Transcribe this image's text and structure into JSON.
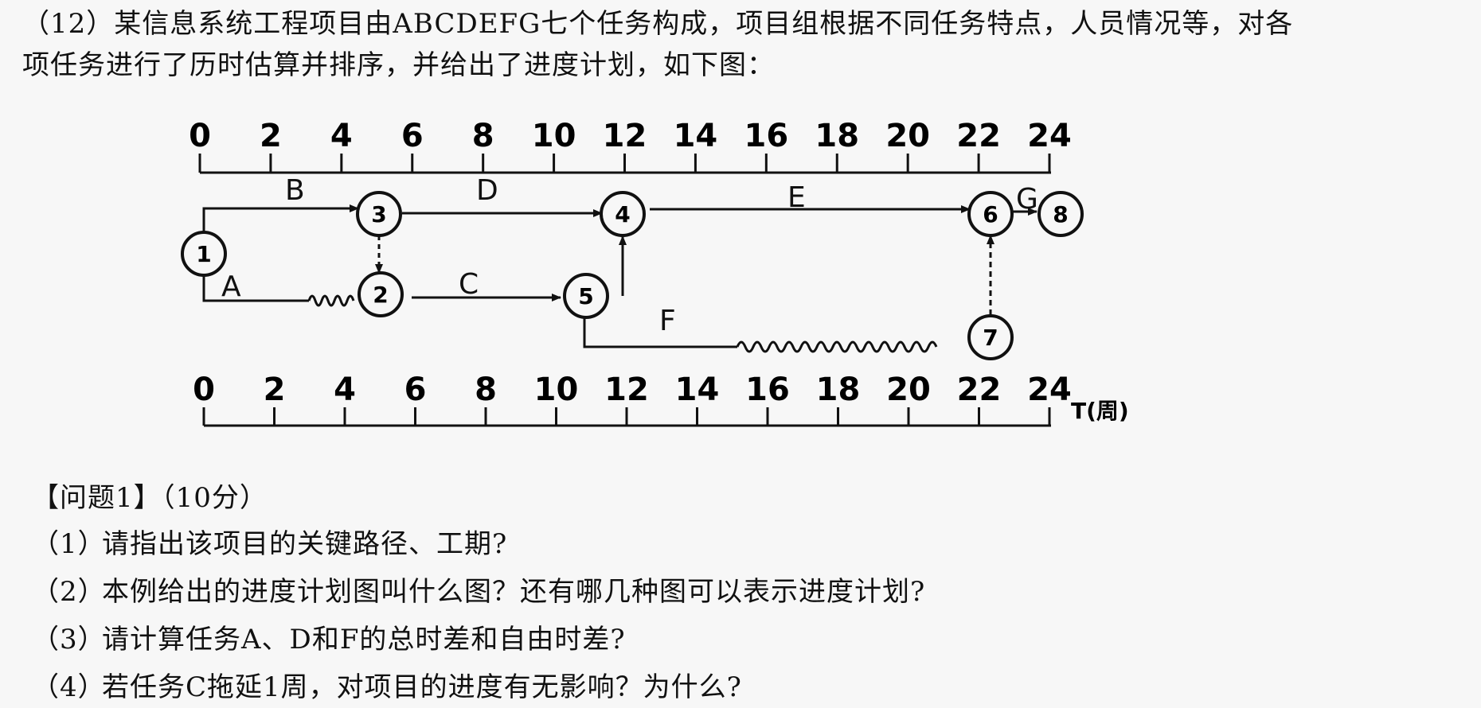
{
  "intro": {
    "line1": "（12）某信息系统工程项目由ABCDEFG七个任务构成，项目组根据不同任务特点，人员情况等，对各",
    "line2": "项任务进行了历时估算并排序，并给出了进度计划，如下图："
  },
  "diagram": {
    "axis_ticks": [
      "0",
      "2",
      "4",
      "6",
      "8",
      "10",
      "12",
      "14",
      "16",
      "18",
      "20",
      "22",
      "24"
    ],
    "axis_unit": "T(周)",
    "nodes": [
      "1",
      "2",
      "3",
      "4",
      "5",
      "6",
      "7",
      "8"
    ],
    "tasks": [
      "A",
      "B",
      "C",
      "D",
      "E",
      "F",
      "G"
    ]
  },
  "questions": {
    "header": "【问题1】（10分）",
    "items": [
      {
        "num": "（1）",
        "text": "请指出该项目的关键路径、工期?"
      },
      {
        "num": "（2）",
        "text": "本例给出的进度计划图叫什么图？还有哪几种图可以表示进度计划?"
      },
      {
        "num": "（3）",
        "text": "请计算任务A、D和F的总时差和自由时差?"
      },
      {
        "num": "（4）",
        "text": "若任务C拖延1周，对项目的进度有无影响？为什么?"
      }
    ]
  },
  "colors": {
    "ink": "#111111",
    "background": "#f7f7f7"
  }
}
